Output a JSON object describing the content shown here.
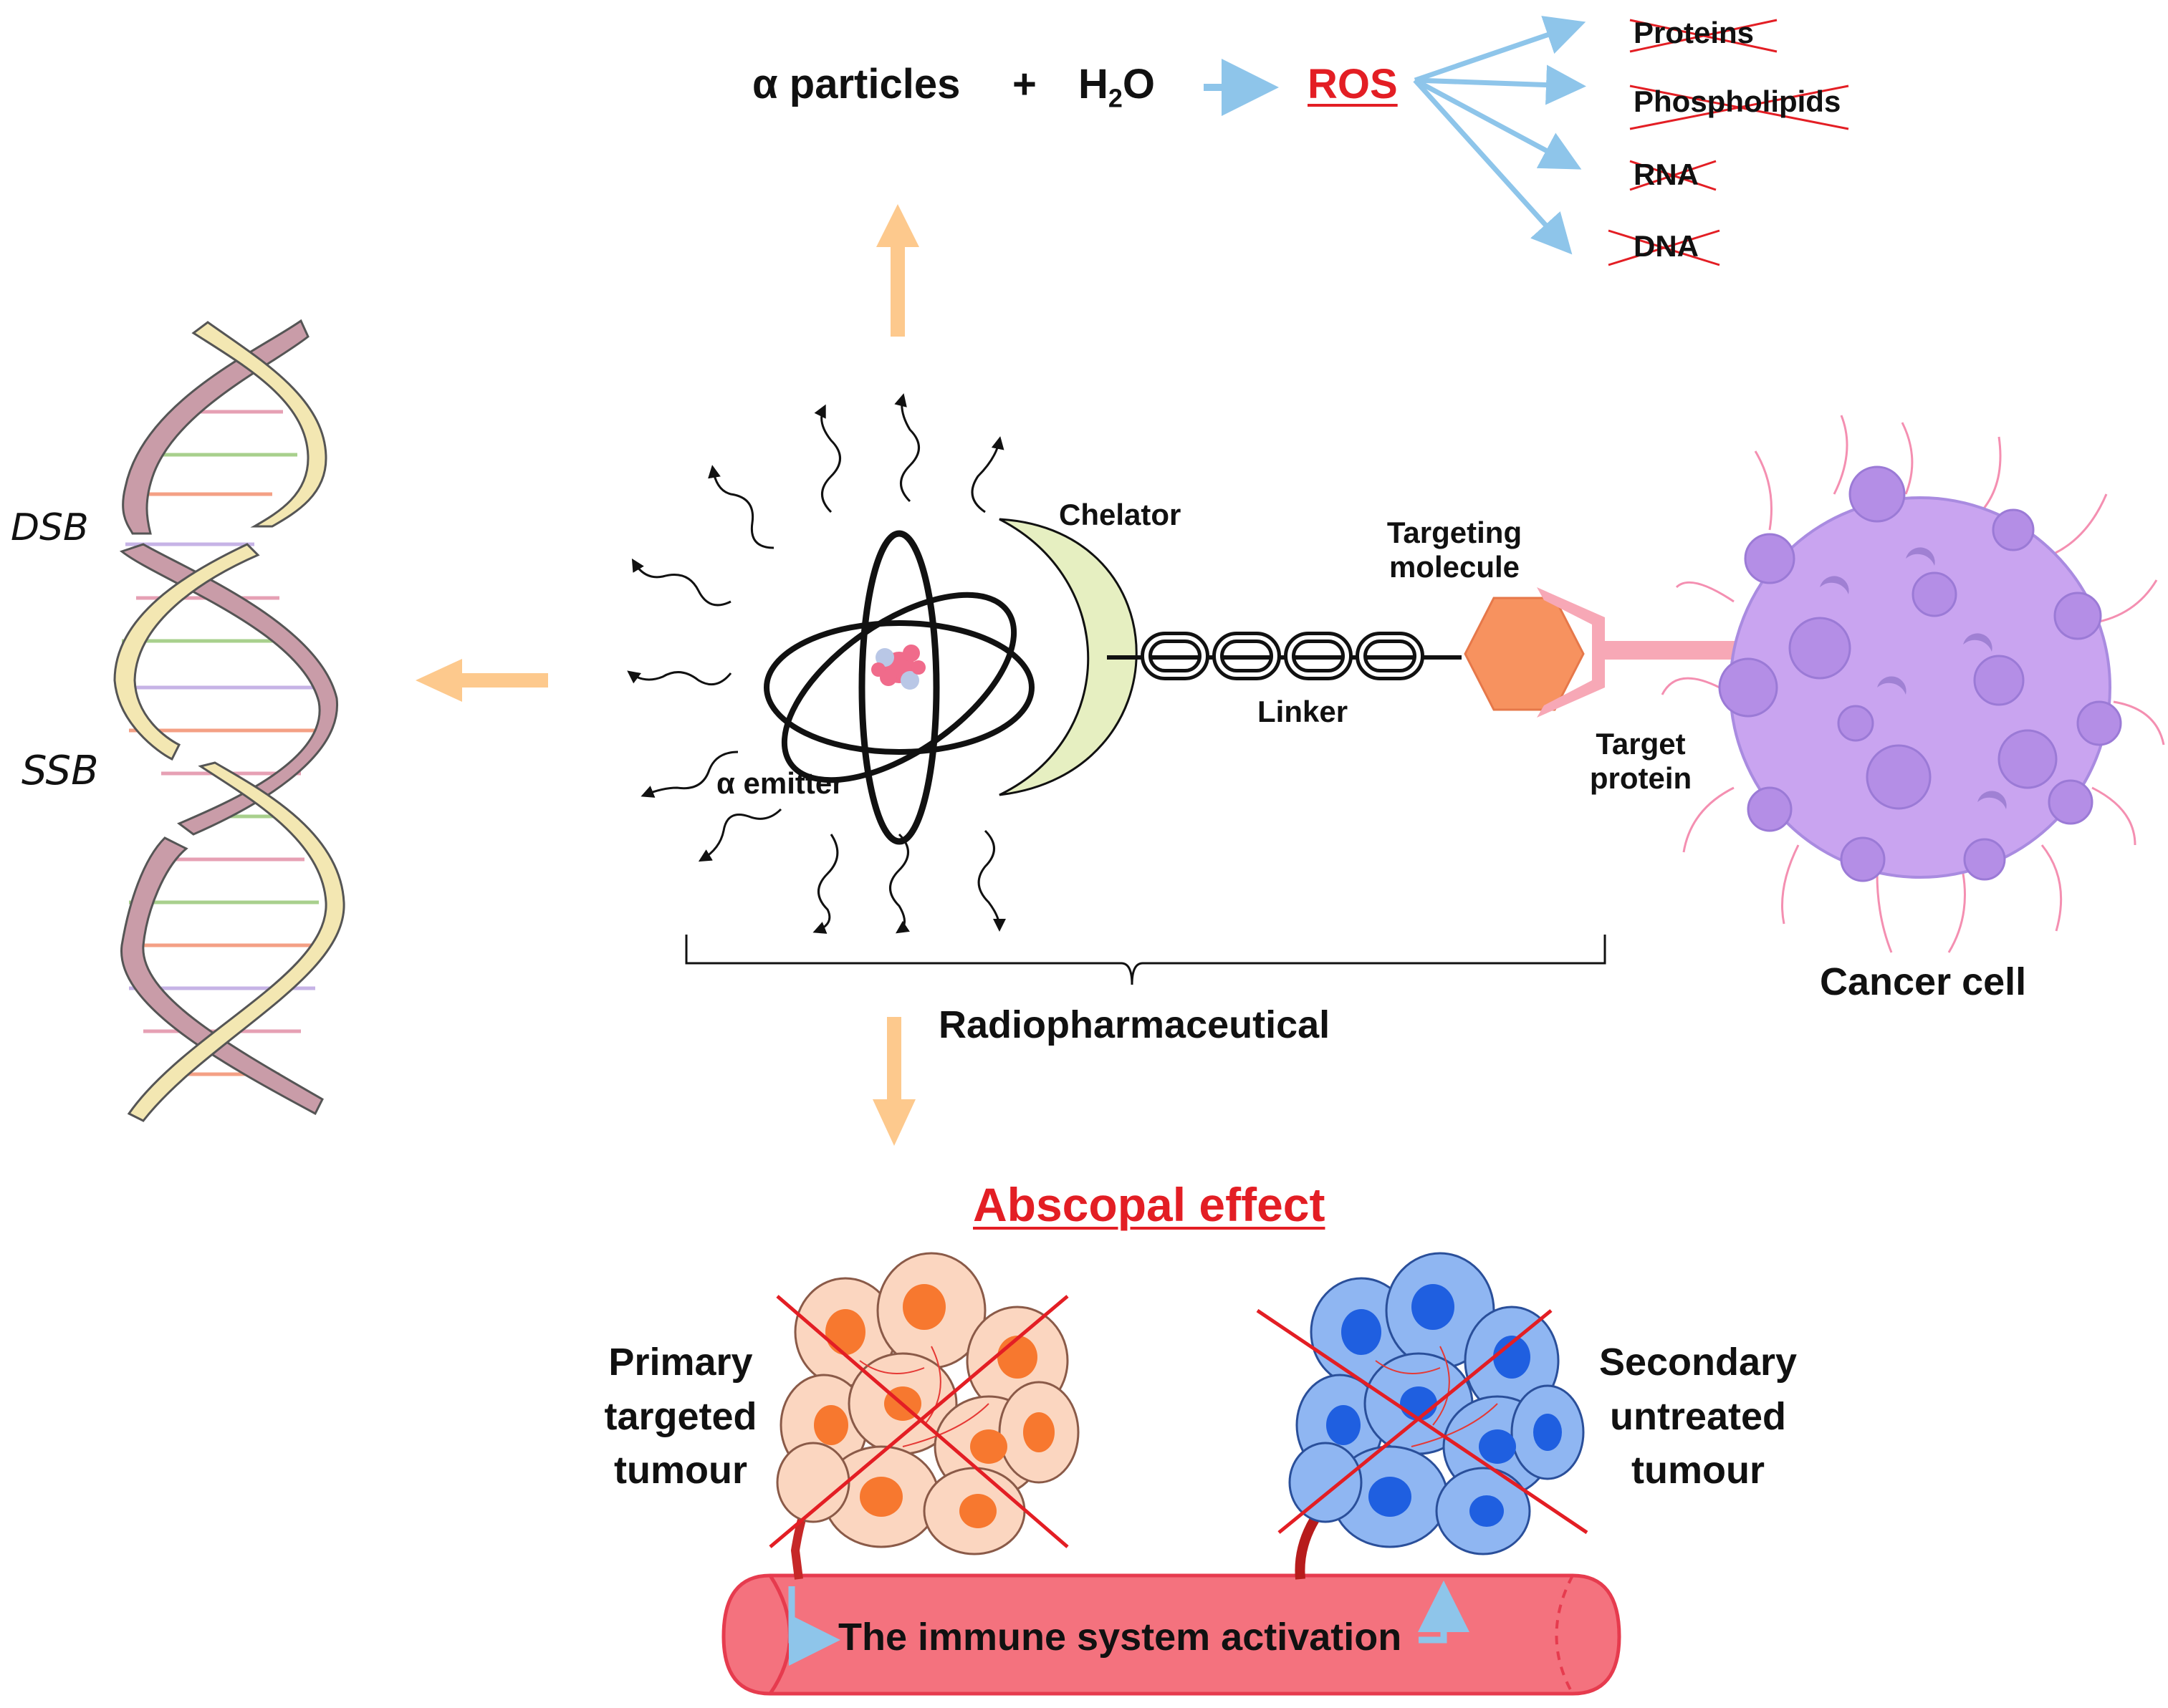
{
  "reaction": {
    "alpha_particles": "α particles",
    "plus": "+",
    "h2o_h": "H",
    "h2o_sub": "2",
    "h2o_o": "O",
    "ros": "ROS"
  },
  "targets": [
    "Proteins",
    "Phospholipids",
    "RNA",
    "DNA"
  ],
  "dna": {
    "dsb": "DSB",
    "ssb": "SSB"
  },
  "radiopharmaceutical": {
    "chelator": "Chelator",
    "targeting_molecule_line1": "Targeting",
    "targeting_molecule_line2": "molecule",
    "linker": "Linker",
    "target_protein_line1": "Target",
    "target_protein_line2": "protein",
    "alpha_emitter": "α emitter",
    "bracket_label": "Radiopharmaceutical"
  },
  "cancer_cell": "Cancer cell",
  "abscopal": {
    "title": "Abscopal effect",
    "primary": [
      "Primary",
      "targeted",
      "tumour"
    ],
    "secondary": [
      "Secondary",
      "untreated",
      "tumour"
    ],
    "vessel_label": "The immune system activation"
  },
  "colors": {
    "orange_arrow": "#fdc98d",
    "blue_arrow": "#8ec5ea",
    "red": "#e31e24",
    "vessel": "#f4727e",
    "cell": "#c9a4f0",
    "hexagon": "#f7925f"
  }
}
